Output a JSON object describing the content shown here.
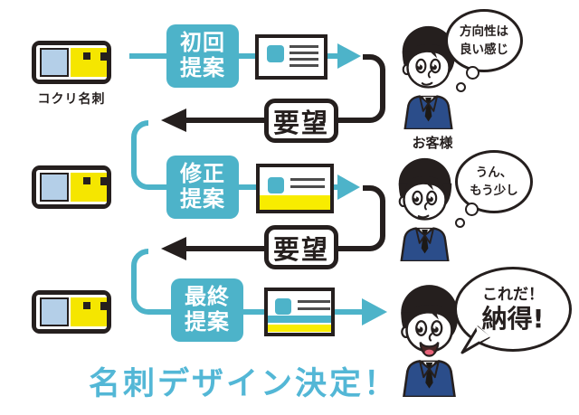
{
  "diagram_title": "名刺デザイン決定！",
  "colors": {
    "teal": "#4db3c9",
    "headline_teal": "#53b7d6",
    "yellow": "#f5e600",
    "light_blue": "#b4cfe8",
    "ink": "#251f1e",
    "suit_blue": "#2b4d8a"
  },
  "logo": {
    "label": "コクリ名刺"
  },
  "steps": [
    {
      "line1": "初回",
      "line2": "提案"
    },
    {
      "line1": "修正",
      "line2": "提案"
    },
    {
      "line1": "最終",
      "line2": "提案"
    }
  ],
  "requests": [
    {
      "label": "要望"
    },
    {
      "label": "要望"
    }
  ],
  "customer": {
    "label": "お客様"
  },
  "bubbles": [
    {
      "type": "thought",
      "line1": "方向性は",
      "line2": "良い感じ"
    },
    {
      "type": "thought",
      "line1": "うん、",
      "line2": "もう少し"
    },
    {
      "type": "speech",
      "line1": "これだ！",
      "line2": "納得!"
    }
  ],
  "headline": "名刺デザイン決定！",
  "icons": {
    "kokuri-logo-icon": "two-tone business-card mark (blue + yellow squares in black frame)",
    "business-card-icon": "white card with photo square and text lines",
    "arrow-right-icon": "teal flow arrow",
    "arrow-left-icon": "black feedback arrow",
    "customer-icon": "man in navy suit",
    "thought-bubble-icon": "cloud thought bubble",
    "speech-bubble-icon": "round speech balloon"
  }
}
